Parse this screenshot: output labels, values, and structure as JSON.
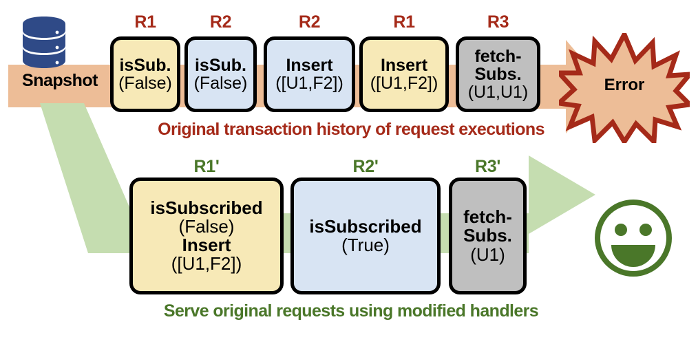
{
  "diagram": {
    "source": {
      "icon": "database-icon",
      "label": "Snapshot",
      "band_color": "#EDBD97"
    },
    "row1": {
      "caption": "Original transaction history of request executions",
      "caption_color": "#A52A19",
      "label_color": "#A52A19",
      "steps": [
        {
          "tag": "R1",
          "line1": "isSub.",
          "line2": "(False)",
          "fill": "#F7E9B7"
        },
        {
          "tag": "R2",
          "line1": "isSub.",
          "line2": "(False)",
          "fill": "#D8E4F3"
        },
        {
          "tag": "R2",
          "line1": "Insert",
          "line2": "([U1,F2])",
          "fill": "#D8E4F3"
        },
        {
          "tag": "R1",
          "line1": "Insert",
          "line2": "([U1,F2])",
          "fill": "#F7E9B7"
        },
        {
          "tag": "R3",
          "line1": "fetch-",
          "line1b": "Subs.",
          "line2": "(U1,U1)",
          "fill": "#BFBFBF"
        }
      ],
      "outcome": {
        "icon": "error-starburst-icon",
        "label": "Error",
        "shape_fill": "#EDBD97",
        "shape_stroke": "#A52A19",
        "arrow_color": "#EDBD97"
      }
    },
    "row2": {
      "caption": "Serve original requests using modified handlers",
      "caption_color": "#4A7729",
      "label_color": "#4A7729",
      "steps": [
        {
          "tag": "R1'",
          "lines": [
            "isSubscribed",
            "(False)",
            "Insert",
            "([U1,F2])"
          ],
          "bold": [
            true,
            false,
            true,
            false
          ],
          "fill": "#F7E9B7"
        },
        {
          "tag": "R2'",
          "lines": [
            "isSubscribed",
            "(True)"
          ],
          "bold": [
            true,
            false
          ],
          "fill": "#D8E4F3"
        },
        {
          "tag": "R3'",
          "lines": [
            "fetch-",
            "Subs.",
            "(U1)"
          ],
          "bold": [
            true,
            true,
            false
          ],
          "fill": "#BFBFBF"
        }
      ],
      "outcome": {
        "icon": "smiley-face-icon",
        "label": "",
        "color": "#4A7729",
        "arrow_color": "#C5DDB0"
      }
    },
    "colors": {
      "orange": "#EDBD97",
      "green_band": "#C5DDB0",
      "dark_red": "#A52A19",
      "dark_green": "#4A7729",
      "db_blue": "#2F4A87",
      "yellow_box": "#F7E9B7",
      "blue_box": "#D8E4F3",
      "gray_box": "#BFBFBF",
      "outline": "#000000"
    }
  }
}
